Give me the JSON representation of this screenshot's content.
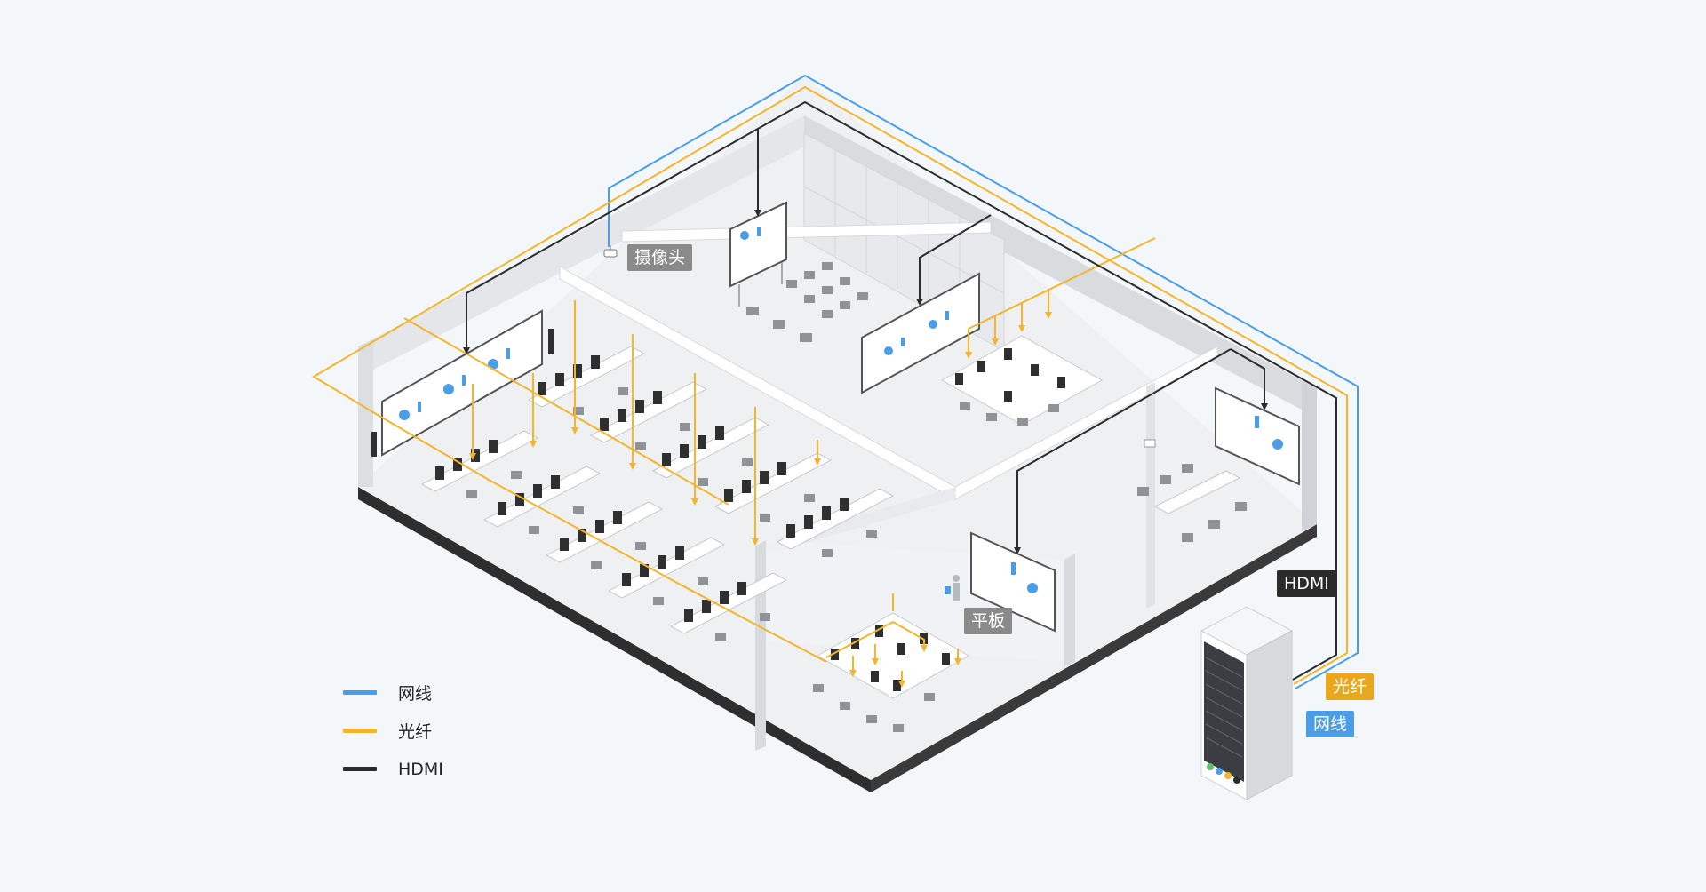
{
  "colors": {
    "network": "#4a9ee8",
    "fiber": "#f4b52c",
    "hdmi": "#2b2b2b",
    "background": "#f4f7fa",
    "label_bg": "#8a8a8a"
  },
  "labels": {
    "camera": "摄像头",
    "tablet": "平板",
    "hdmi_tag": "HDMI",
    "fiber_tag": "光纤",
    "network_tag": "网线"
  },
  "legend": [
    {
      "label": "网线",
      "color": "#4a9ee8"
    },
    {
      "label": "光纤",
      "color": "#f4b52c"
    },
    {
      "label": "HDMI",
      "color": "#2b2b2b"
    }
  ]
}
